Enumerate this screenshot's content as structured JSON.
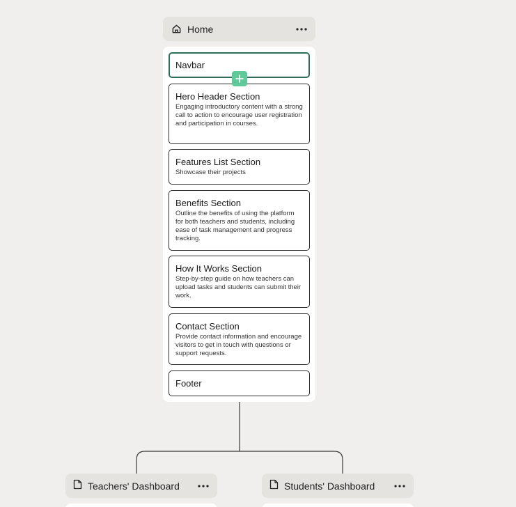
{
  "home": {
    "title": "Home",
    "icon": "home-icon"
  },
  "sections": [
    {
      "title": "Navbar",
      "description": ""
    },
    {
      "title": "Hero Header Section",
      "description": "Engaging introductory content with a strong call to action to encourage user registration and participation in courses."
    },
    {
      "title": "Features List Section",
      "description": "Showcase their projects"
    },
    {
      "title": "Benefits Section",
      "description": "Outline the benefits of using the platform for both teachers and students, including ease of task management and progress tracking."
    },
    {
      "title": "How It Works Section",
      "description": "Step-by-step guide on how teachers can upload tasks and students can submit their work."
    },
    {
      "title": "Contact Section",
      "description": "Provide contact information and encourage visitors to get in touch with questions or support requests."
    },
    {
      "title": "Footer",
      "description": ""
    }
  ],
  "children": [
    {
      "title": "Teachers' Dashboard",
      "icon": "page-icon"
    },
    {
      "title": "Students' Dashboard",
      "icon": "page-icon"
    }
  ],
  "colors": {
    "accent": "#5fc99a",
    "selected_border": "#2f6d59",
    "canvas": "#f0efed",
    "header": "#e4e3e0"
  }
}
